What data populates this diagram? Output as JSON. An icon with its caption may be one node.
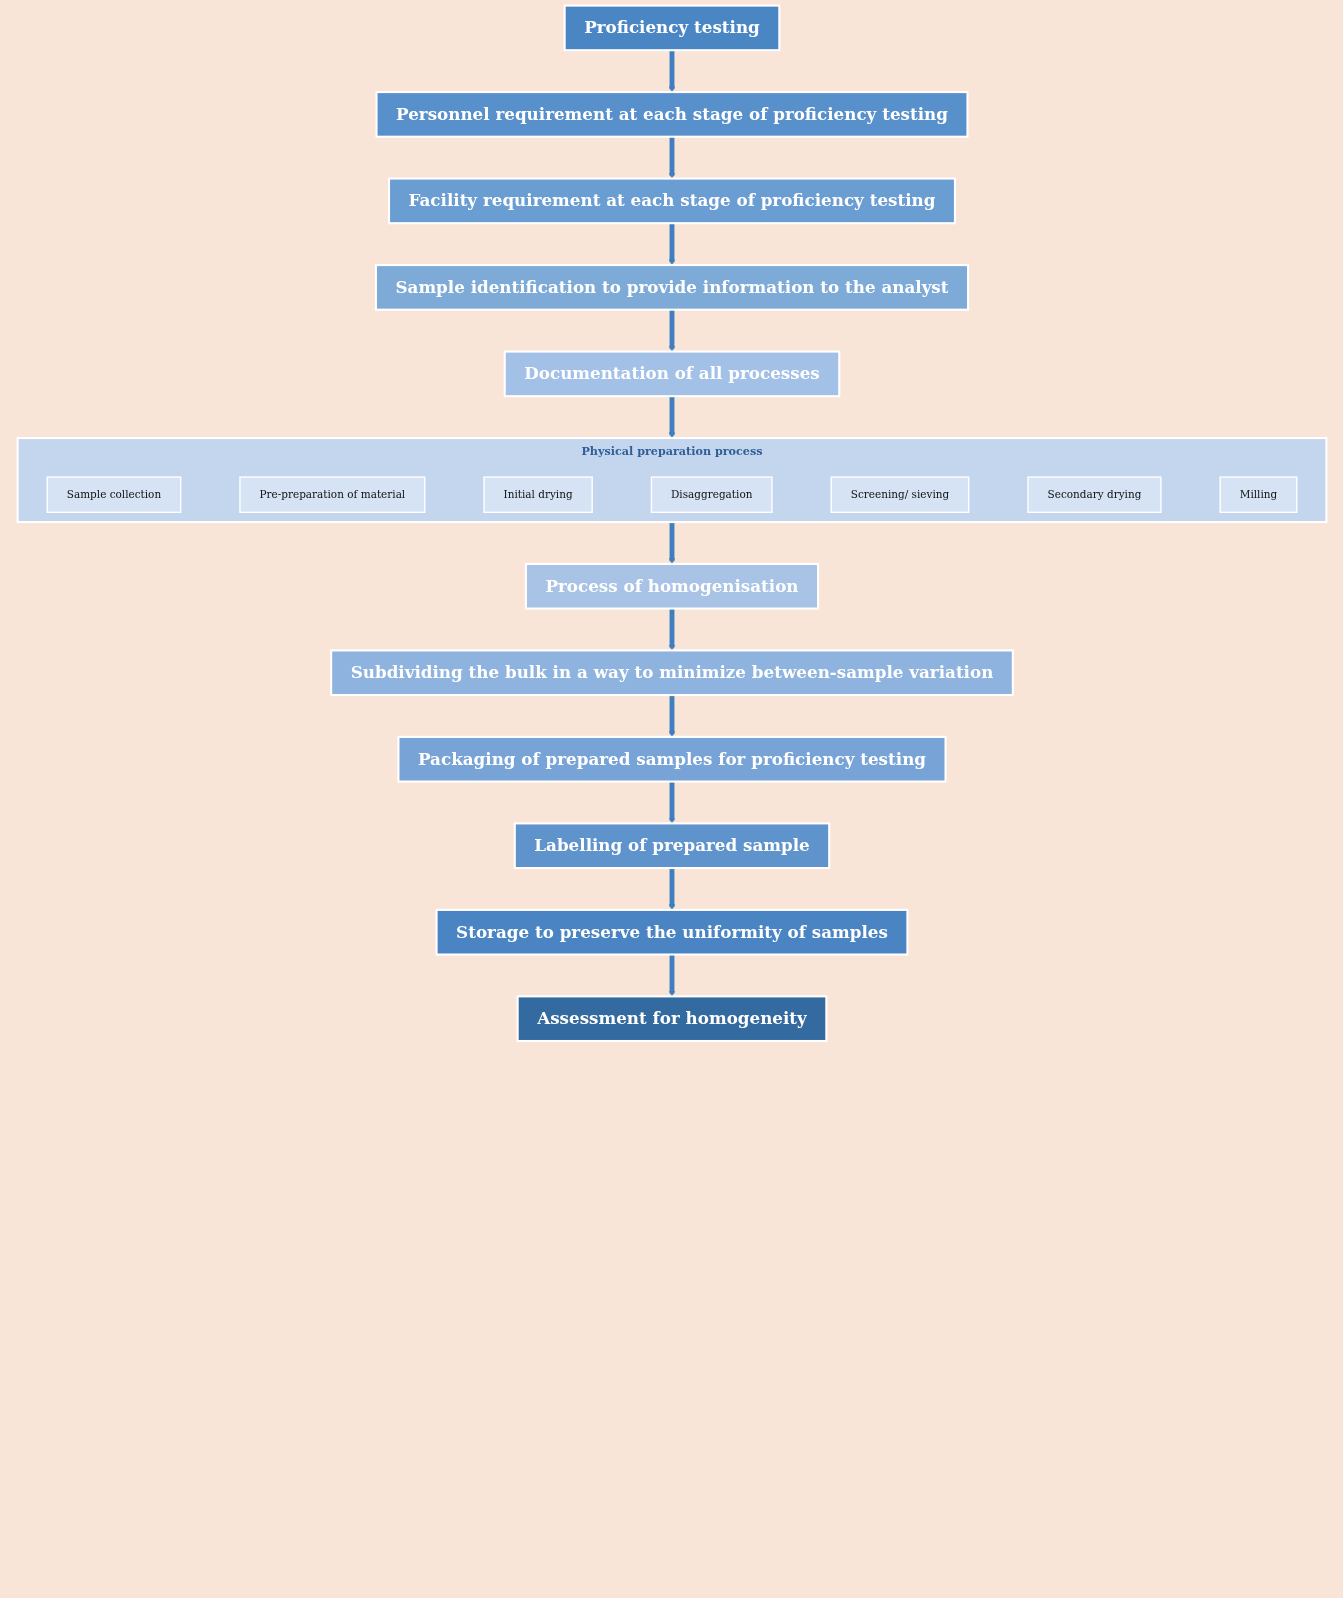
{
  "diagram": {
    "nodes": [
      {
        "text": [
          "Proficiency testing"
        ]
      },
      {
        "text": [
          "Personnel requirement at each stage of proficiency testing"
        ]
      },
      {
        "text": [
          "Facility requirement at each stage of proficiency testing"
        ]
      },
      {
        "text": [
          "Sample identification to provide information to the analyst"
        ]
      },
      {
        "text": [
          "Documentation of all processes"
        ]
      },
      {
        "text": [
          "Physical preparation process"
        ]
      },
      {
        "text": [
          "Sample collection"
        ],
        "in": 5
      },
      {
        "text": [
          "Pre-preparation of material"
        ],
        "in": 5
      },
      {
        "text": [
          "Initial drying"
        ],
        "in": 5
      },
      {
        "text": [
          "Disaggregation"
        ],
        "in": 5
      },
      {
        "text": [
          "Screening/ sieving"
        ],
        "in": 5
      },
      {
        "text": [
          "Secondary drying"
        ],
        "in": 5
      },
      {
        "text": [
          "Milling"
        ],
        "in": 5
      },
      {
        "text": [
          "Process of homogenisation"
        ]
      },
      {
        "text": [
          "Subdividing the bulk in a way to minimize between-sample variation"
        ]
      },
      {
        "text": [
          "Packaging of prepared samples for proficiency testing"
        ]
      },
      {
        "text": [
          "Labelling of prepared sample"
        ]
      },
      {
        "text": [
          "Storage to preserve the uniformity of samples"
        ]
      },
      {
        "text": [
          "Assessment for homogeneity"
        ]
      }
    ],
    "edges": [
      {
        "from": 0,
        "to": 1,
        "arrow": "to"
      },
      {
        "from": 1,
        "to": 2,
        "arrow": "to"
      },
      {
        "from": 2,
        "to": 3,
        "arrow": "to"
      },
      {
        "from": 3,
        "to": 4,
        "arrow": "to"
      },
      {
        "from": 4,
        "to": 5,
        "arrow": "to"
      },
      {
        "from": 5,
        "to": 13,
        "arrow": "to"
      },
      {
        "from": 13,
        "to": 14,
        "arrow": "to"
      },
      {
        "from": 14,
        "to": 15,
        "arrow": "to"
      },
      {
        "from": 15,
        "to": 16,
        "arrow": "to"
      },
      {
        "from": 16,
        "to": 17,
        "arrow": "to"
      },
      {
        "from": 17,
        "to": 18,
        "arrow": "to"
      }
    ]
  }
}
